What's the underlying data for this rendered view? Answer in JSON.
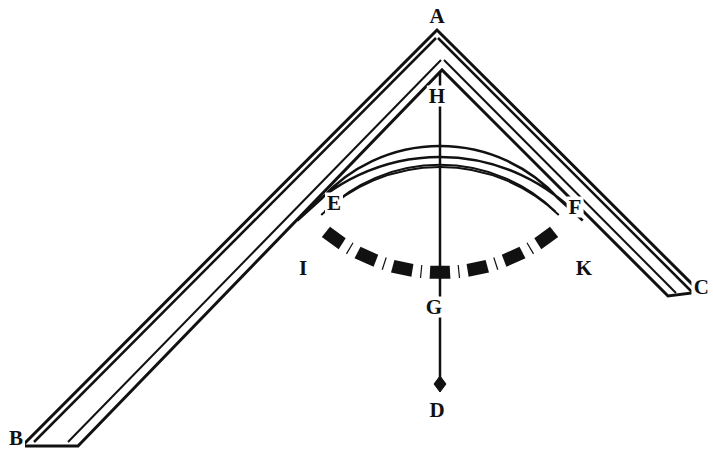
{
  "diagram": {
    "labels": [
      "A",
      "H",
      "E",
      "F",
      "I",
      "G",
      "K",
      "B",
      "C",
      "D"
    ]
  }
}
